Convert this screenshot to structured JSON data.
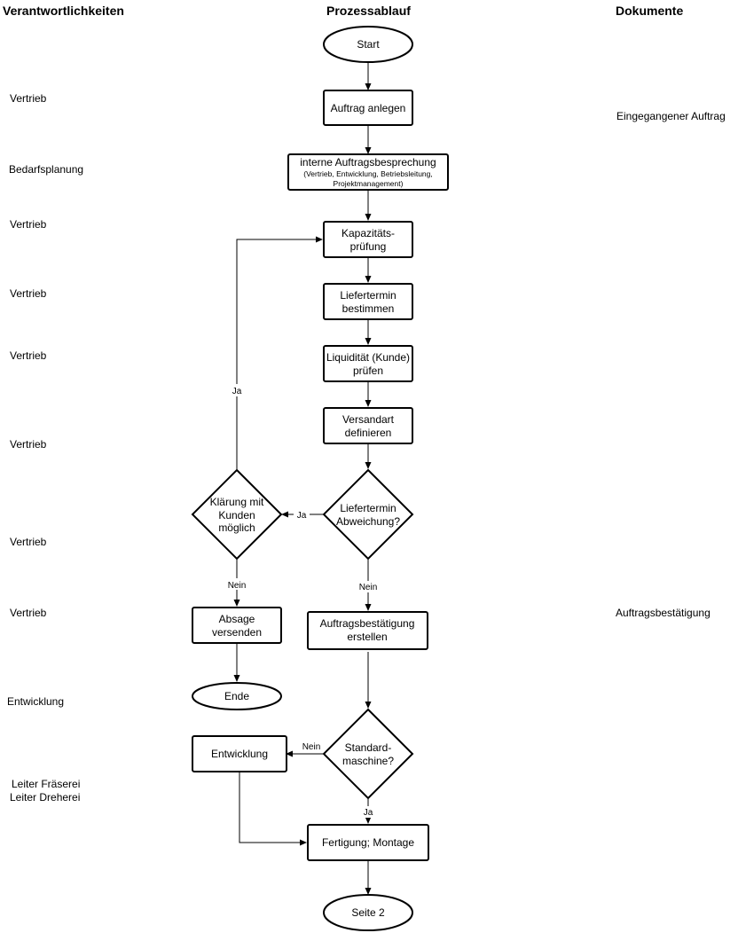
{
  "headers": {
    "responsibilities": "Verantwortlichkeiten",
    "process": "Prozessablauf",
    "documents": "Dokumente"
  },
  "responsibilities": [
    "Vertrieb",
    "Bedarfsplanung",
    "Vertrieb",
    "Vertrieb",
    "Vertrieb",
    "Vertrieb",
    "Vertrieb",
    "Vertrieb",
    "Entwicklung",
    "Leiter Fräserei",
    "Leiter Dreherei"
  ],
  "documents": [
    "Eingegangener Auftrag",
    "Auftragsbestätigung"
  ],
  "nodes": {
    "start": "Start",
    "auftrag_anlegen": "Auftrag anlegen",
    "besprechung_title": "interne Auftragsbesprechung",
    "besprechung_detail_1": "(Vertrieb, Entwicklung, Betriebsleitung,",
    "besprechung_detail_2": "Projektmanagement)",
    "kapazitaet_1": "Kapazitäts-",
    "kapazitaet_2": "prüfung",
    "liefertermin_1": "Liefertermin",
    "liefertermin_2": "bestimmen",
    "liquiditaet_1": "Liquidität (Kunde)",
    "liquiditaet_2": "prüfen",
    "versandart_1": "Versandart",
    "versandart_2": "definieren",
    "abweichung_1": "Liefertermin",
    "abweichung_2": "Abweichung?",
    "klaerung_1": "Klärung mit",
    "klaerung_2": "Kunden",
    "klaerung_3": "möglich",
    "absage_1": "Absage",
    "absage_2": "versenden",
    "ende": "Ende",
    "bestaetigung_1": "Auftragsbestätigung",
    "bestaetigung_2": "erstellen",
    "standard_1": "Standard-",
    "standard_2": "maschine?",
    "entwicklung": "Entwicklung",
    "fertigung": "Fertigung; Montage",
    "seite2": "Seite 2"
  },
  "edge_labels": {
    "ja_loop": "Ja",
    "ja_abweichung": "Ja",
    "nein_klaerung": "Nein",
    "nein_abweichung": "Nein",
    "nein_standard": "Nein",
    "ja_standard": "Ja"
  }
}
